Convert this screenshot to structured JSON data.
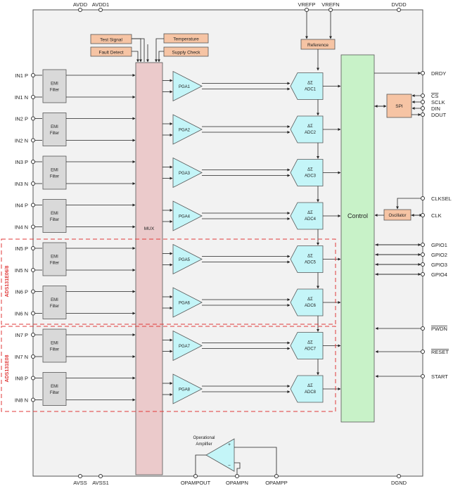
{
  "supply_pins": {
    "avdd": "AVDD",
    "avdd1": "AVDD1",
    "vrefp": "VREFP",
    "vrefn": "VREFN",
    "dvdd": "DVDD",
    "avss": "AVSS",
    "avss1": "AVSS1",
    "opampout": "OPAMPOUT",
    "opampn": "OPAMPN",
    "opampp": "OPAMPP",
    "dgnd": "DGND"
  },
  "signal_blocks": {
    "test_signal": "Test Signal",
    "temperature": "Temperature",
    "fault_detect": "Fault Detect",
    "supply_check": "Supply Check",
    "reference": "Reference",
    "mux": "MUX",
    "control": "Control",
    "spi": "SPI",
    "oscillator": "Oscillator",
    "op_amp": [
      "Operational",
      "Amplifier"
    ]
  },
  "channels": [
    {
      "inp": "IN1 P",
      "inn": "IN1 N",
      "emi": [
        "EMI",
        "Filter"
      ],
      "pga": "PGA1",
      "adc": [
        "ΔΣ",
        "ADC1"
      ]
    },
    {
      "inp": "IN2 P",
      "inn": "IN2 N",
      "emi": [
        "EMI",
        "Filter"
      ],
      "pga": "PGA2",
      "adc": [
        "ΔΣ",
        "ADC2"
      ]
    },
    {
      "inp": "IN3 P",
      "inn": "IN3 N",
      "emi": [
        "EMI",
        "Filter"
      ],
      "pga": "PGA3",
      "adc": [
        "ΔΣ",
        "ADC3"
      ]
    },
    {
      "inp": "IN4 P",
      "inn": "IN4 N",
      "emi": [
        "EMI",
        "Filter"
      ],
      "pga": "PGA4",
      "adc": [
        "ΔΣ",
        "ADC4"
      ]
    },
    {
      "inp": "IN5 P",
      "inn": "IN5 N",
      "emi": [
        "EMI",
        "Filter"
      ],
      "pga": "PGA5",
      "adc": [
        "ΔΣ",
        "ADC5"
      ]
    },
    {
      "inp": "IN6 P",
      "inn": "IN6 N",
      "emi": [
        "EMI",
        "Filter"
      ],
      "pga": "PGA6",
      "adc": [
        "ΔΣ",
        "ADC6"
      ]
    },
    {
      "inp": "IN7 P",
      "inn": "IN7 N",
      "emi": [
        "EMI",
        "Filter"
      ],
      "pga": "PGA7",
      "adc": [
        "ΔΣ",
        "ADC7"
      ]
    },
    {
      "inp": "IN8 P",
      "inn": "IN8 N",
      "emi": [
        "EMI",
        "Filter"
      ],
      "pga": "PGA8",
      "adc": [
        "ΔΣ",
        "ADC8"
      ]
    }
  ],
  "device_variants": {
    "group_6_8": "ADS131E06/8",
    "group_8": "ADS131E08"
  },
  "right_pins": {
    "drdy": "DRDY",
    "cs": "CS",
    "sclk": "SCLK",
    "din": "DIN",
    "dout": "DOUT",
    "clksel": "CLKSEL",
    "clk": "CLK",
    "gpio1": "GPIO1",
    "gpio2": "GPIO2",
    "gpio3": "GPIO3",
    "gpio4": "GPIO4",
    "pwdn": "PWDN",
    "reset": "RESET",
    "start": "START"
  },
  "opamp_polarity": {
    "plus": "+",
    "minus": "−"
  },
  "colors": {
    "background": "#f2f2f2",
    "mux_fill": "#ebcacb",
    "orange_block": "#f6c4a4",
    "control_fill": "#c8f2c8",
    "amp_fill": "#c4f5f8",
    "emi_fill": "#d9d9d9",
    "variant_red": "#e03a3a"
  }
}
